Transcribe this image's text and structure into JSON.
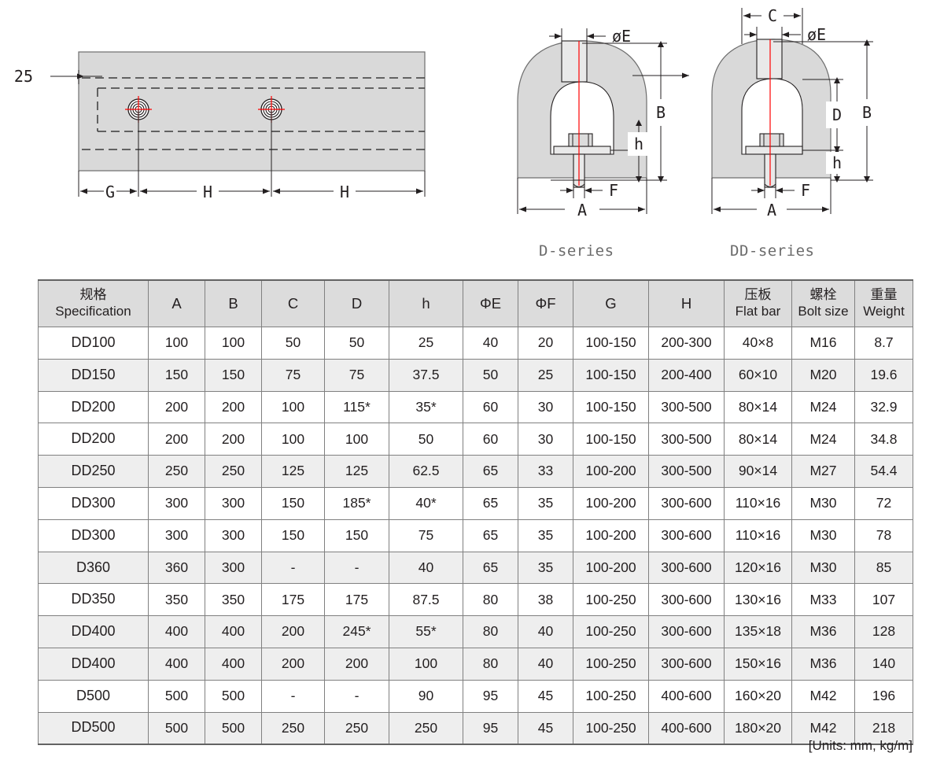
{
  "drawings": {
    "plan_view": {
      "name": "plan-view-bar-with-bolt-holes",
      "dimension_labels": [
        "25",
        "G",
        "H",
        "H"
      ],
      "thickness_label": "25",
      "pitch_label": "H",
      "edge_label": "G"
    },
    "d_series": {
      "caption": "D-series",
      "dimension_labels": [
        "øE",
        "B",
        "h",
        "F",
        "A"
      ]
    },
    "dd_series": {
      "caption": "DD-series",
      "dimension_labels": [
        "C",
        "øE",
        "B",
        "D",
        "h",
        "F",
        "A"
      ]
    },
    "colors": {
      "body_fill": "#d9d9d9",
      "line": "#231f20",
      "centerline": "#ff0000",
      "metal_fill": "#e8e8e8"
    }
  },
  "table": {
    "columns": [
      {
        "cn": "规格",
        "en": "Specification",
        "key": "spec"
      },
      {
        "cn": "",
        "en": "A",
        "key": "a"
      },
      {
        "cn": "",
        "en": "B",
        "key": "b"
      },
      {
        "cn": "",
        "en": "C",
        "key": "c"
      },
      {
        "cn": "",
        "en": "D",
        "key": "d"
      },
      {
        "cn": "",
        "en": "h",
        "key": "h"
      },
      {
        "cn": "",
        "en": "ΦE",
        "key": "phie"
      },
      {
        "cn": "",
        "en": "ΦF",
        "key": "phif"
      },
      {
        "cn": "",
        "en": "G",
        "key": "g"
      },
      {
        "cn": "",
        "en": "H",
        "key": "hh"
      },
      {
        "cn": "压板",
        "en": "Flat bar",
        "key": "flatbar"
      },
      {
        "cn": "螺栓",
        "en": "Bolt size",
        "key": "bolt"
      },
      {
        "cn": "重量",
        "en": "Weight",
        "key": "weight"
      }
    ],
    "rows": [
      {
        "shaded": false,
        "cells": [
          "DD100",
          "100",
          "100",
          "50",
          "50",
          "25",
          "40",
          "20",
          "100-150",
          "200-300",
          "40×8",
          "M16",
          "8.7"
        ]
      },
      {
        "shaded": true,
        "cells": [
          "DD150",
          "150",
          "150",
          "75",
          "75",
          "37.5",
          "50",
          "25",
          "100-150",
          "200-400",
          "60×10",
          "M20",
          "19.6"
        ]
      },
      {
        "shaded": false,
        "cells": [
          "DD200",
          "200",
          "200",
          "100",
          "115*",
          "35*",
          "60",
          "30",
          "100-150",
          "300-500",
          "80×14",
          "M24",
          "32.9"
        ]
      },
      {
        "shaded": false,
        "cells": [
          "DD200",
          "200",
          "200",
          "100",
          "100",
          "50",
          "60",
          "30",
          "100-150",
          "300-500",
          "80×14",
          "M24",
          "34.8"
        ]
      },
      {
        "shaded": true,
        "cells": [
          "DD250",
          "250",
          "250",
          "125",
          "125",
          "62.5",
          "65",
          "33",
          "100-200",
          "300-500",
          "90×14",
          "M27",
          "54.4"
        ]
      },
      {
        "shaded": false,
        "cells": [
          "DD300",
          "300",
          "300",
          "150",
          "185*",
          "40*",
          "65",
          "35",
          "100-200",
          "300-600",
          "110×16",
          "M30",
          "72"
        ]
      },
      {
        "shaded": false,
        "cells": [
          "DD300",
          "300",
          "300",
          "150",
          "150",
          "75",
          "65",
          "35",
          "100-200",
          "300-600",
          "110×16",
          "M30",
          "78"
        ]
      },
      {
        "shaded": true,
        "cells": [
          "D360",
          "360",
          "300",
          "-",
          "-",
          "40",
          "65",
          "35",
          "100-200",
          "300-600",
          "120×16",
          "M30",
          "85"
        ]
      },
      {
        "shaded": false,
        "cells": [
          "DD350",
          "350",
          "350",
          "175",
          "175",
          "87.5",
          "80",
          "38",
          "100-250",
          "300-600",
          "130×16",
          "M33",
          "107"
        ]
      },
      {
        "shaded": true,
        "cells": [
          "DD400",
          "400",
          "400",
          "200",
          "245*",
          "55*",
          "80",
          "40",
          "100-250",
          "300-600",
          "135×18",
          "M36",
          "128"
        ]
      },
      {
        "shaded": true,
        "cells": [
          "DD400",
          "400",
          "400",
          "200",
          "200",
          "100",
          "80",
          "40",
          "100-250",
          "300-600",
          "150×16",
          "M36",
          "140"
        ]
      },
      {
        "shaded": false,
        "cells": [
          "D500",
          "500",
          "500",
          "-",
          "-",
          "90",
          "95",
          "45",
          "100-250",
          "400-600",
          "160×20",
          "M42",
          "196"
        ]
      },
      {
        "shaded": true,
        "cells": [
          "DD500",
          "500",
          "500",
          "250",
          "250",
          "250",
          "95",
          "45",
          "100-250",
          "400-600",
          "180×20",
          "M42",
          "218"
        ]
      }
    ]
  },
  "footer": {
    "units_note": "[Units: mm, kg/m]"
  }
}
